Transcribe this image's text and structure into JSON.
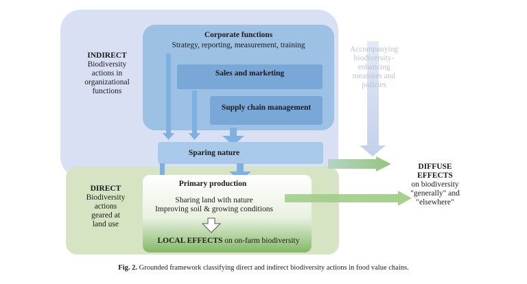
{
  "indirect": {
    "heading": "INDIRECT",
    "description": [
      "Biodiversity",
      "actions in",
      "organizational",
      "functions"
    ]
  },
  "direct": {
    "heading": "DIRECT",
    "description": [
      "Biodiversity",
      "actions",
      "geared at",
      "land use"
    ]
  },
  "corporate_functions": {
    "title": "Corporate functions",
    "subtitle": "Strategy, reporting, measurement, training"
  },
  "sales_marketing": "Sales and marketing",
  "supply_chain": "Supply chain management",
  "sparing_nature": "Sparing nature",
  "primary_production": {
    "title": "Primary production",
    "lines": [
      "Sharing land with nature",
      "Improving soil & growing conditions"
    ]
  },
  "local_effects": {
    "bold": "LOCAL EFFECTS",
    "rest": " on on-farm biodiversity"
  },
  "accompanying": [
    "Accompanying",
    "biodiversity-",
    "enhancing",
    "measures and",
    "policies"
  ],
  "diffuse": {
    "heading": [
      "DIFFUSE",
      "EFFECTS"
    ],
    "lines": [
      "on biodiversity",
      "\"generally\" and",
      "\"elsewhere\""
    ]
  },
  "caption": {
    "label": "Fig. 2.",
    "text": " Grounded framework classifying direct and indirect biodiversity actions in food value chains."
  },
  "colors": {
    "indirect_bg": "#d9e0f4",
    "direct_bg": "#d6e4c4",
    "corporate_box": "#9dc0e5",
    "inner_box": "#79a7d8",
    "sparing_box": "#a9c9ea",
    "arrow_blue": "#7fb0e2",
    "arrow_faded": "#cbd6ec",
    "arrow_green": "#9fcb86",
    "local_green": "#84b866"
  }
}
